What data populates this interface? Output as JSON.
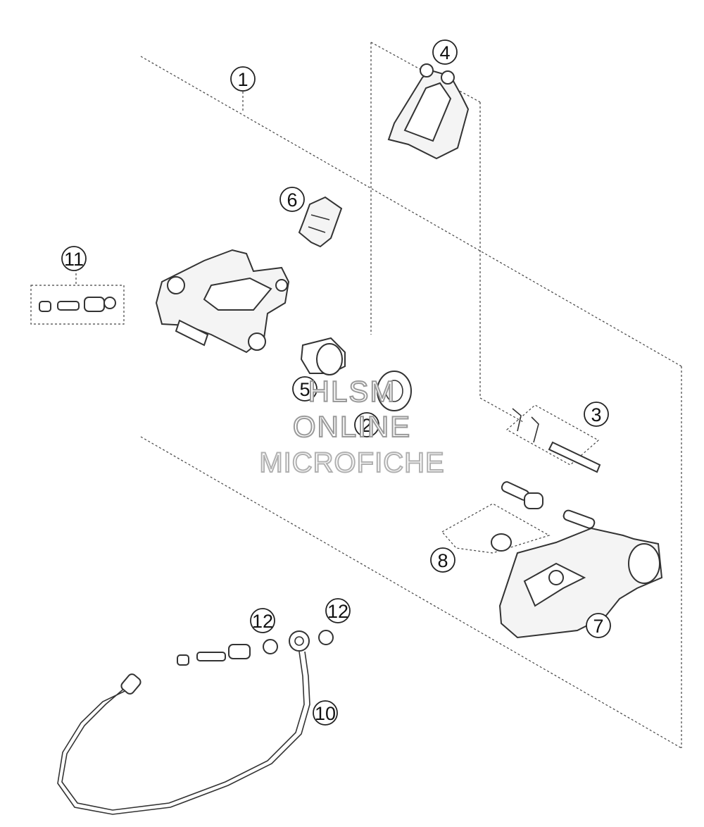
{
  "callouts": [
    {
      "id": "c1",
      "label": "1"
    },
    {
      "id": "c2",
      "label": "2"
    },
    {
      "id": "c3",
      "label": "3"
    },
    {
      "id": "c4",
      "label": "4"
    },
    {
      "id": "c5",
      "label": "5"
    },
    {
      "id": "c6",
      "label": "6"
    },
    {
      "id": "c7",
      "label": "7"
    },
    {
      "id": "c8",
      "label": "8"
    },
    {
      "id": "c10",
      "label": "10"
    },
    {
      "id": "c11",
      "label": "11"
    },
    {
      "id": "c12a",
      "label": "12"
    },
    {
      "id": "c12b",
      "label": "12"
    }
  ],
  "watermark": {
    "line1": "HLSM",
    "line2": "ONLINE",
    "line3": "MICROFICHE"
  }
}
